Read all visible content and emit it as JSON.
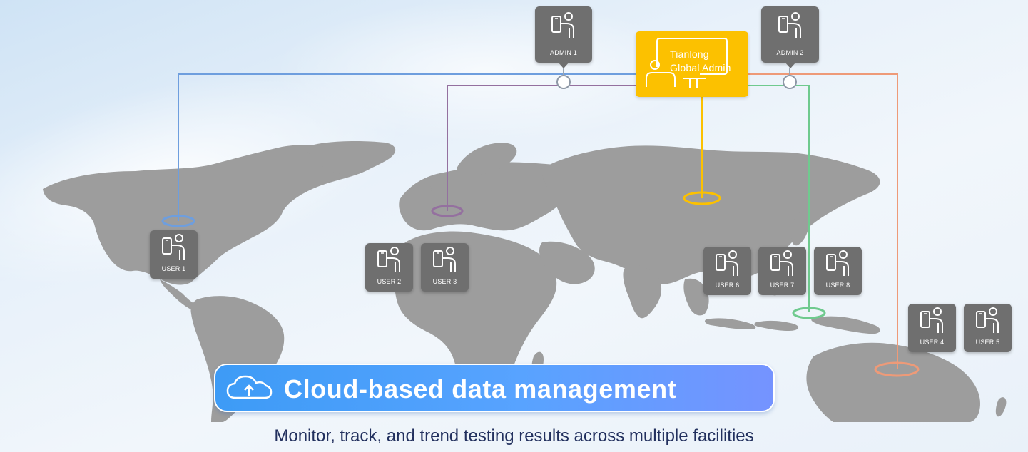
{
  "global_admin": {
    "line1": "Tianlong",
    "line2": "Global Admin",
    "icon": "admin-monitor-icon",
    "color": "#fcc100"
  },
  "admins": [
    {
      "label": "ADMIN 1",
      "icon": "phone-user-icon"
    },
    {
      "label": "ADMIN 2",
      "icon": "phone-user-icon"
    }
  ],
  "users": [
    {
      "label": "USER 1",
      "icon": "phone-user-icon"
    },
    {
      "label": "USER 2",
      "icon": "phone-user-icon"
    },
    {
      "label": "USER 3",
      "icon": "phone-user-icon"
    },
    {
      "label": "USER 4",
      "icon": "phone-user-icon"
    },
    {
      "label": "USER 5",
      "icon": "phone-user-icon"
    },
    {
      "label": "USER 6",
      "icon": "phone-user-icon"
    },
    {
      "label": "USER 7",
      "icon": "phone-user-icon"
    },
    {
      "label": "USER 8",
      "icon": "phone-user-icon"
    }
  ],
  "connection_colors": {
    "americas": "#6e9ede",
    "europe": "#94709f",
    "asia": "#fcc100",
    "southeast_asia": "#6fca8e",
    "oceania": "#ee9a78"
  },
  "banner": {
    "title": "Cloud-based data management",
    "icon": "cloud-upload-icon"
  },
  "subtitle": "Monitor, track, and trend testing results across multiple facilities"
}
